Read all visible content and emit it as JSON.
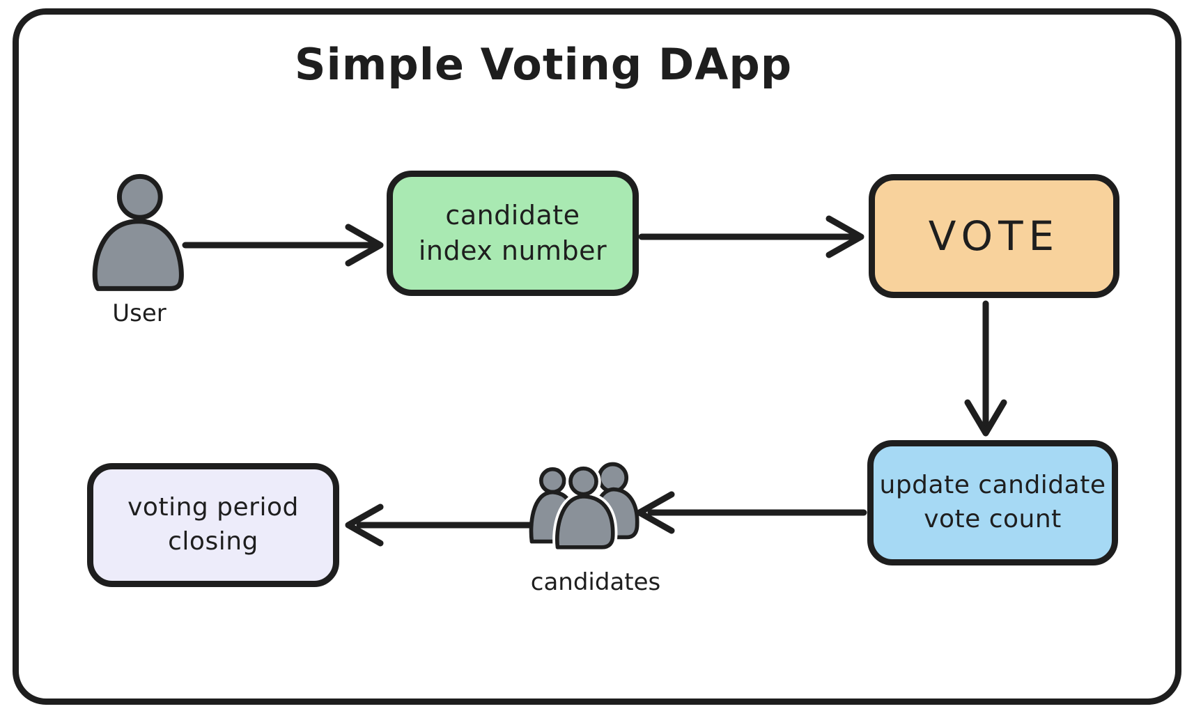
{
  "title": "Simple Voting DApp",
  "colors": {
    "stroke": "#1e1e1e",
    "canvas": "#ffffff",
    "node-green": "#a9e9b2",
    "node-orange": "#f8d29c",
    "node-blue": "#a6d9f4",
    "node-lavender": "#edecfa",
    "person-gray": "#8a9199"
  },
  "nodes": {
    "user": {
      "label": "User",
      "icon": "person-icon"
    },
    "candidate_index": {
      "lines": [
        "candidate",
        "index number"
      ],
      "color": "#a9e9b2"
    },
    "vote": {
      "label": "VOTE",
      "color": "#f8d29c"
    },
    "update_count": {
      "lines": [
        "update candidate",
        "vote count"
      ],
      "color": "#a6d9f4"
    },
    "candidates": {
      "label": "candidates",
      "icon": "people-group-icon"
    },
    "voting_period": {
      "lines": [
        "voting period",
        "closing"
      ],
      "color": "#edecfa"
    }
  },
  "edges": [
    {
      "from": "user",
      "to": "candidate-index-number",
      "direction": "right"
    },
    {
      "from": "candidate-index-number",
      "to": "vote",
      "direction": "right"
    },
    {
      "from": "vote",
      "to": "update-candidate-vote-count",
      "direction": "down"
    },
    {
      "from": "update-candidate-vote-count",
      "to": "candidates",
      "direction": "left"
    },
    {
      "from": "candidates",
      "to": "voting-period-closing",
      "direction": "left"
    }
  ]
}
